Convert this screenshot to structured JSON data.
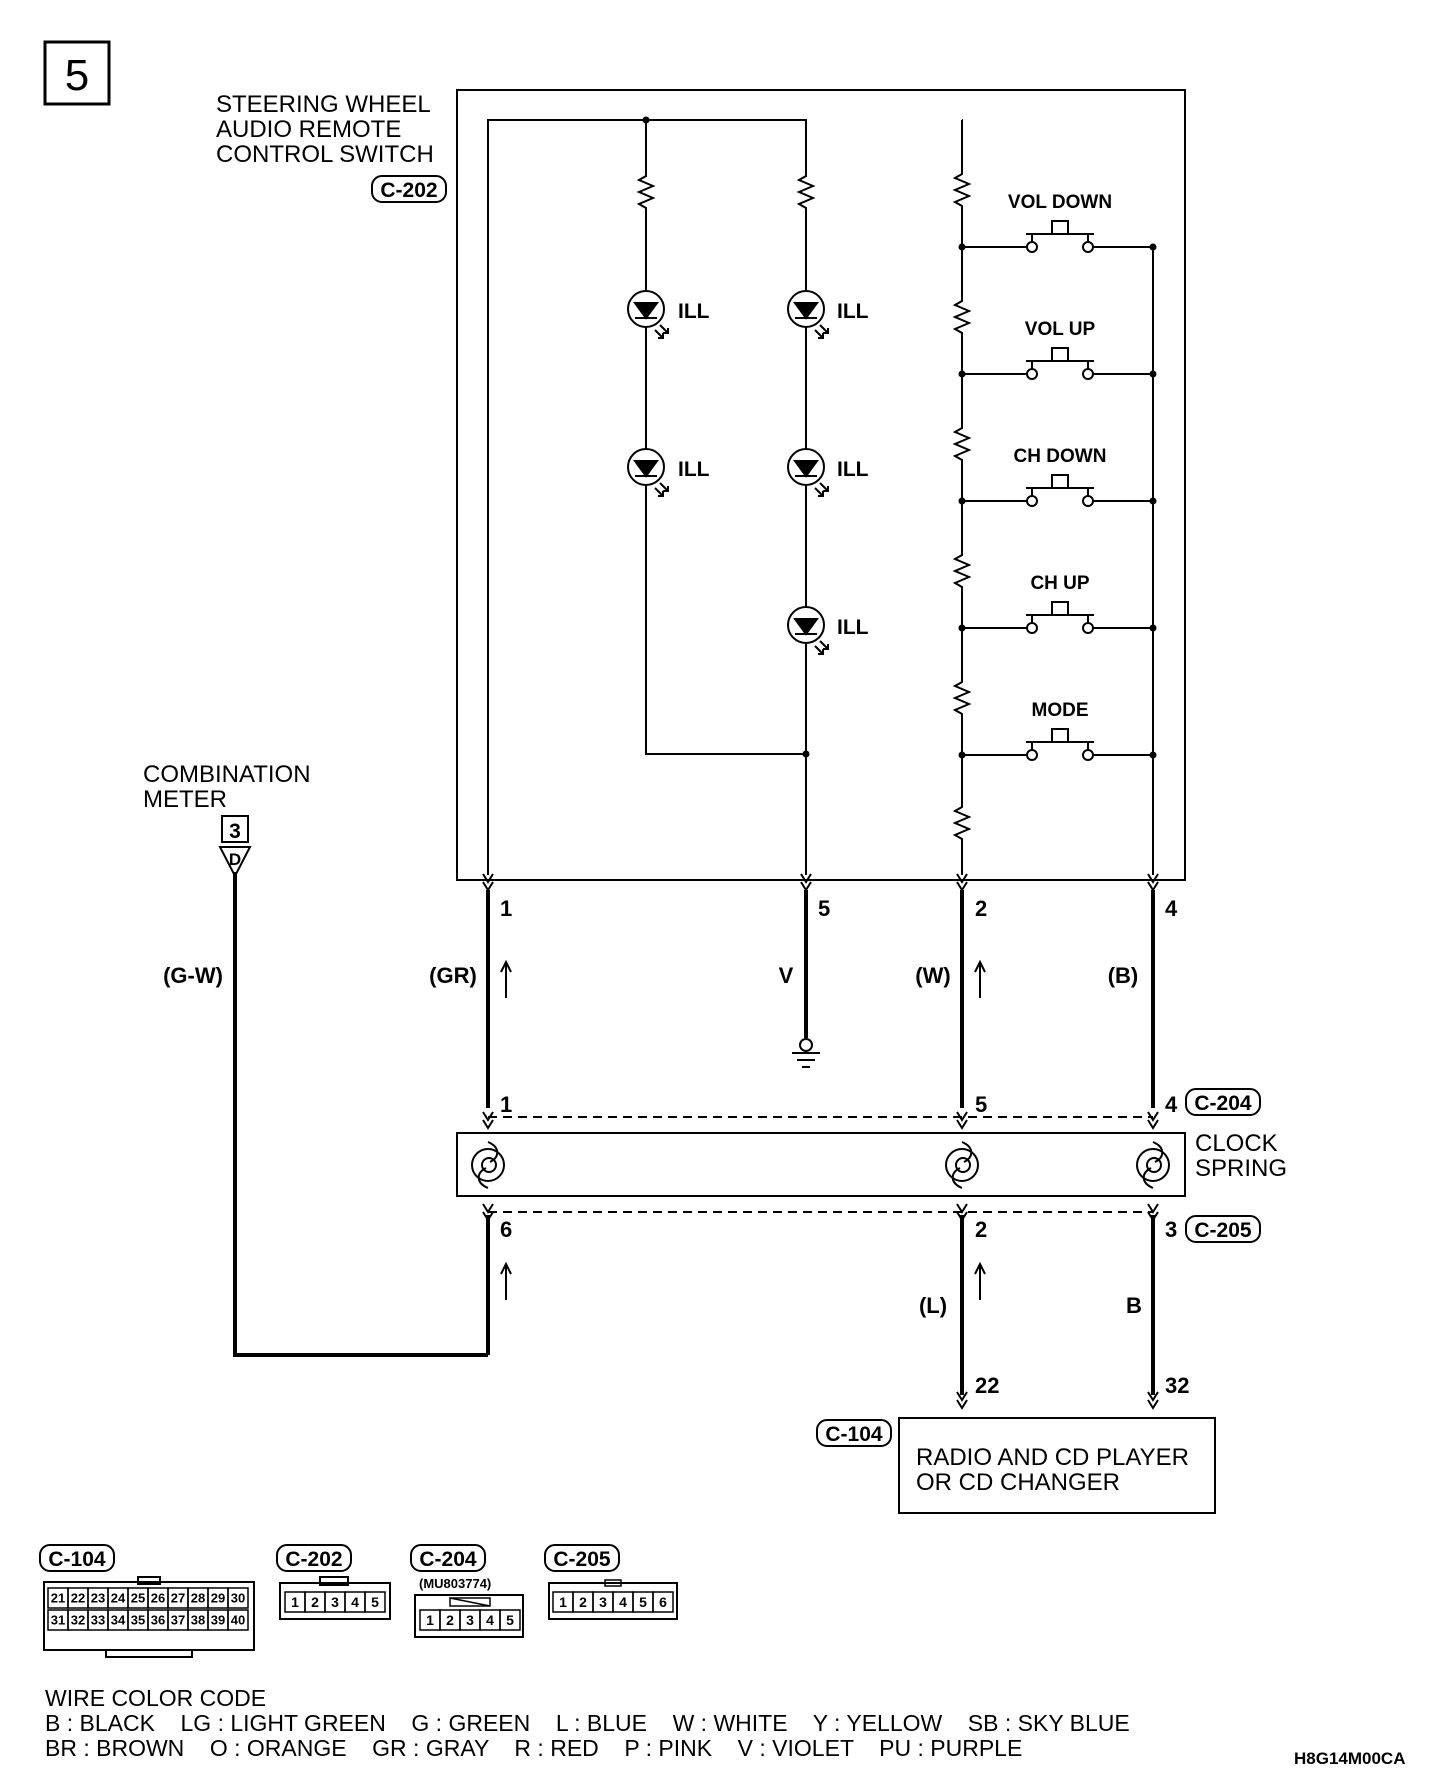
{
  "page_number": "5",
  "component": {
    "title_lines": [
      "STEERING WHEEL",
      "AUDIO REMOTE",
      "CONTROL SWITCH"
    ],
    "connector": "C-202"
  },
  "illumination_label": "ILL",
  "switches": [
    "VOL DOWN",
    "VOL UP",
    "CH DOWN",
    "CH UP",
    "MODE"
  ],
  "combination_meter": {
    "title_lines": [
      "COMBINATION",
      "METER"
    ],
    "box_number": "3",
    "terminal": "D",
    "wire": "(G-W)"
  },
  "switch_terminals": [
    "1",
    "5",
    "2",
    "4"
  ],
  "upper_wires": [
    "(GR)",
    "V",
    "(W)",
    "(B)"
  ],
  "clock_spring": {
    "label_lines": [
      "CLOCK",
      "SPRING"
    ],
    "upper_connector": "C-204",
    "lower_connector": "C-205",
    "upper_pins": [
      "1",
      "5",
      "4"
    ],
    "lower_pins": [
      "6",
      "2",
      "3"
    ]
  },
  "lower_wires": [
    "(L)",
    "B"
  ],
  "radio": {
    "connector": "C-104",
    "pins": [
      "22",
      "32"
    ],
    "label_lines": [
      "RADIO AND CD PLAYER",
      "OR CD CHANGER"
    ]
  },
  "connector_views": {
    "c104": {
      "label": "C-104",
      "row1": [
        "21",
        "22",
        "23",
        "24",
        "25",
        "26",
        "27",
        "28",
        "29",
        "30"
      ],
      "row2": [
        "31",
        "32",
        "33",
        "34",
        "35",
        "36",
        "37",
        "38",
        "39",
        "40"
      ]
    },
    "c202": {
      "label": "C-202",
      "pins": [
        "1",
        "2",
        "3",
        "4",
        "5"
      ]
    },
    "c204": {
      "label": "C-204",
      "part": "(MU803774)",
      "pins": [
        "1",
        "2",
        "3",
        "4",
        "5"
      ]
    },
    "c205": {
      "label": "C-205",
      "pins": [
        "1",
        "2",
        "3",
        "4",
        "5",
        "6"
      ]
    }
  },
  "wire_color_code": {
    "title": "WIRE COLOR CODE",
    "line1": "B : BLACK    LG : LIGHT GREEN    G : GREEN    L : BLUE    W : WHITE    Y : YELLOW    SB : SKY BLUE",
    "line2": "BR : BROWN    O : ORANGE    GR : GRAY    R : RED    P : PINK    V : VIOLET    PU : PURPLE"
  },
  "figure_code": "H8G14M00CA"
}
